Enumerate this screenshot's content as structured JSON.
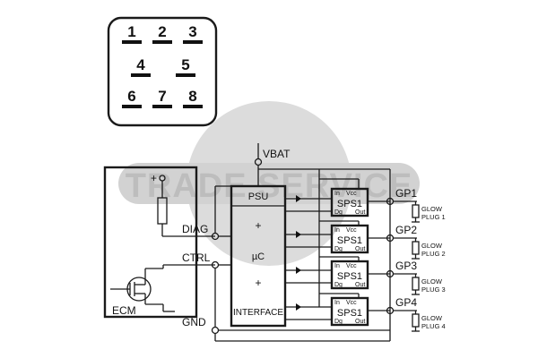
{
  "connector": {
    "pins": [
      "1",
      "2",
      "3",
      "4",
      "5",
      "6",
      "7",
      "8"
    ]
  },
  "labels": {
    "vbat": "VBAT",
    "diag": "DIAG",
    "ctrl": "CTRL",
    "gnd": "GND",
    "ecm": "ECM",
    "plus": "+"
  },
  "module": {
    "psu": "PSU",
    "plus_top": "+",
    "uc": "µC",
    "plus_bottom": "+",
    "interface": "INTERFACE"
  },
  "sps": {
    "name": "SPS1",
    "in": "In",
    "vcc": "Vcc",
    "dg": "Dg",
    "out": "Out"
  },
  "channels": [
    {
      "gp": "GP1",
      "plug_a": "GLOW",
      "plug_b": "PLUG 1"
    },
    {
      "gp": "GP2",
      "plug_a": "GLOW",
      "plug_b": "PLUG 2"
    },
    {
      "gp": "GP3",
      "plug_a": "GLOW",
      "plug_b": "PLUG 3"
    },
    {
      "gp": "GP4",
      "plug_a": "GLOW",
      "plug_b": "PLUG 4"
    }
  ],
  "watermark": {
    "text": "TRADE SERVICE",
    "color": "#c8c8c8"
  }
}
